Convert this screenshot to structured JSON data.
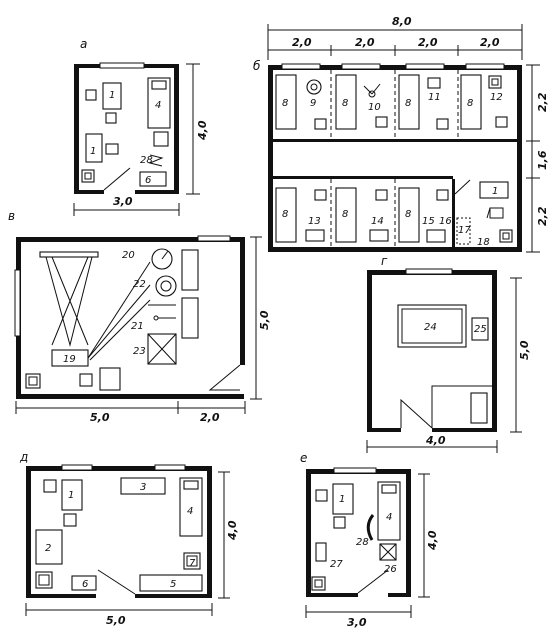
{
  "plans": {
    "a": {
      "letter": "а",
      "width": "3,0",
      "height": "4,0",
      "items": {
        "bed_top": "1",
        "bed_bottom": "1",
        "bed_right": "4",
        "sink": "28"
      }
    },
    "b": {
      "letter": "б",
      "total_width": "8,0",
      "bay_widths": [
        "2,0",
        "2,0",
        "2,0",
        "2,0"
      ],
      "heights": [
        "2,2",
        "1,6",
        "2,2"
      ],
      "items": {
        "beds_top": [
          "8",
          "8",
          "8",
          "8"
        ],
        "fixtures_top": [
          "9",
          "10",
          "11",
          "12"
        ],
        "beds_bottom": [
          "8",
          "8",
          "8"
        ],
        "fixtures_bottom": [
          "13",
          "14",
          "15",
          "16",
          "17",
          "18"
        ],
        "office_bed": "1"
      }
    },
    "v": {
      "letter": "в",
      "width_main": "5,0",
      "width_extra": "2,0",
      "height": "5,0",
      "items": [
        "19",
        "20",
        "21",
        "22",
        "23"
      ]
    },
    "g": {
      "letter": "г",
      "width": "4,0",
      "height": "5,0",
      "items": [
        "24",
        "25"
      ]
    },
    "d": {
      "letter": "д",
      "width": "5,0",
      "height": "4,0",
      "items": [
        "1",
        "2",
        "3",
        "4",
        "5",
        "6",
        "7"
      ]
    },
    "e": {
      "letter": "е",
      "width": "3,0",
      "height": "4,0",
      "items": [
        "1",
        "4",
        "26",
        "27",
        "28"
      ]
    }
  }
}
